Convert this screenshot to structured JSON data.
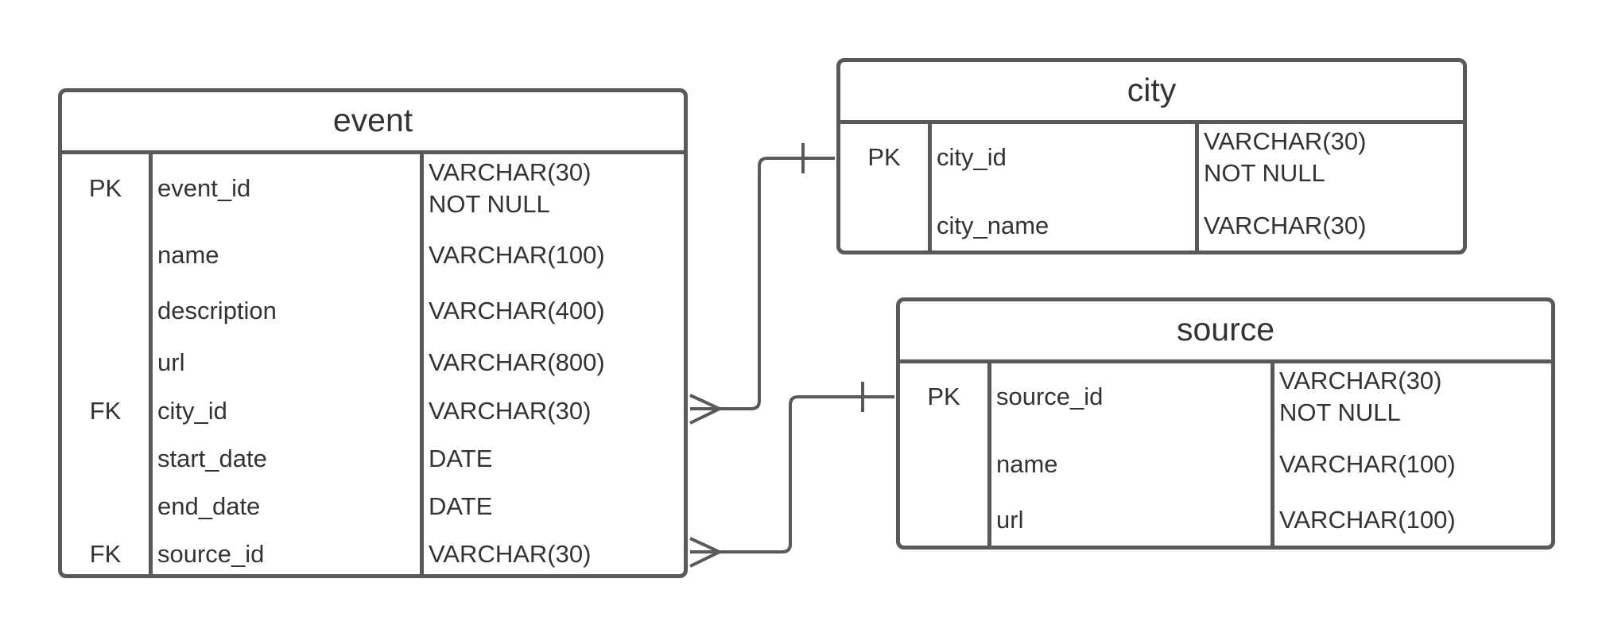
{
  "entities": [
    {
      "id": "event",
      "name": "event",
      "rows": [
        {
          "key": "PK",
          "column": "event_id",
          "type": "VARCHAR(30)\nNOT NULL"
        },
        {
          "key": "",
          "column": "name",
          "type": "VARCHAR(100)"
        },
        {
          "key": "",
          "column": "description",
          "type": "VARCHAR(400)"
        },
        {
          "key": "",
          "column": "url",
          "type": "VARCHAR(800)"
        },
        {
          "key": "FK",
          "column": "city_id",
          "type": "VARCHAR(30)"
        },
        {
          "key": "",
          "column": "start_date",
          "type": "DATE"
        },
        {
          "key": "",
          "column": "end_date",
          "type": "DATE"
        },
        {
          "key": "FK",
          "column": "source_id",
          "type": "VARCHAR(30)"
        }
      ]
    },
    {
      "id": "city",
      "name": "city",
      "rows": [
        {
          "key": "PK",
          "column": "city_id",
          "type": "VARCHAR(30)\nNOT NULL"
        },
        {
          "key": "",
          "column": "city_name",
          "type": "VARCHAR(30)"
        }
      ]
    },
    {
      "id": "source",
      "name": "source",
      "rows": [
        {
          "key": "PK",
          "column": "source_id",
          "type": "VARCHAR(30)\nNOT NULL"
        },
        {
          "key": "",
          "column": "name",
          "type": "VARCHAR(100)"
        },
        {
          "key": "",
          "column": "url",
          "type": "VARCHAR(100)"
        }
      ]
    }
  ],
  "relationships": [
    {
      "from": "event.city_id",
      "to": "city.city_id",
      "from_end": "many",
      "to_end": "one"
    },
    {
      "from": "event.source_id",
      "to": "source.source_id",
      "from_end": "many",
      "to_end": "one"
    }
  ],
  "colors": {
    "line": "#595959",
    "text": "#333333",
    "background": "#ffffff"
  }
}
